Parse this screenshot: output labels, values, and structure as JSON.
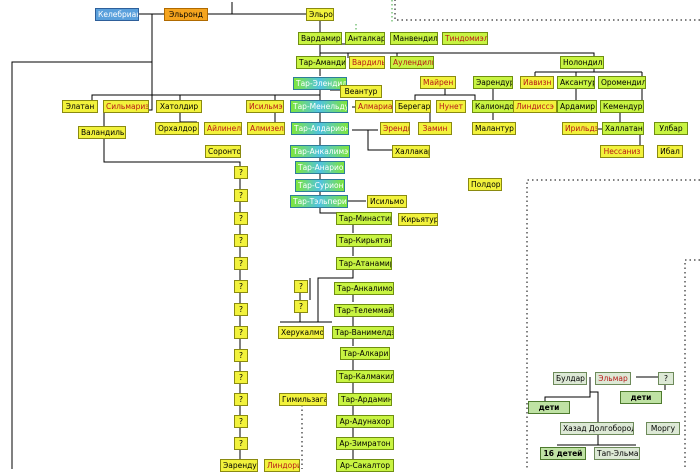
{
  "nodes": {
    "kelebrian": "Келебриан",
    "elrond": "Эльронд",
    "elros": "Эльрос",
    "vardamir": "Вардамир",
    "antalkar": "Анталкар",
    "manveindil": "Манвендиль",
    "tindomiel": "Тиндомиэль",
    "tar_amandil": "Тар-Амандиль",
    "vardilme": "Вардильмэ",
    "aulendil": "Аулендиль",
    "nolondil": "Нолондиль",
    "tar_elendil": "Тар-Элендиль",
    "veantur": "Веантур",
    "mairen": "Майрен",
    "earendur_top": "Эарендур",
    "ivazin": "Иавизн",
    "aksantur": "Аксантур",
    "oromendil": "Оромендиль",
    "elatan": "Элатан",
    "silmarien": "Сильмариэн",
    "khatoldir": "Хатолдир",
    "isilme": "Исильмэ",
    "tar_meneldur": "Тар-Менельдур",
    "almarian": "Алмариан",
    "beregar": "Берегар",
    "nunet": "Нунет",
    "kalion": "Калиондо",
    "lindisse": "Линдиссэ",
    "ardamir": "Ардамир",
    "kemendur": "Кемендур",
    "valandil": "Валандиль",
    "orkhaldor": "Орхалдор",
    "ailinel": "Айлинель",
    "almizel": "Алмизель",
    "tar_aldarion": "Тар-Алдарион",
    "erendis": "Эрендис",
    "zamin": "Замин",
    "malantur": "Малантур",
    "irilde": "Ирильдэ",
    "khallatan": "Халлатан",
    "ulbar": "Улбар",
    "soronto": "Соронто",
    "tar_ankalime": "Тар-Анкалимэ",
    "khallakar": "Халлакар",
    "nessaniz": "Нессаниз",
    "ibal": "Ибал",
    "tar_anarion": "Тар-Анарион",
    "tar_surion": "Тар-Сурион",
    "poldor": "Полдор",
    "tar_telperien": "Тар-Тэльпериэн",
    "isilmo": "Исильмо",
    "tar_minastir": "Тар-Минастир",
    "kiryatur": "Кирьятур",
    "tar_kiryatan": "Тар-Кирьятан",
    "tar_atanamir": "Тар-Атанамир",
    "tar_ankalimon": "Тар-Анкалимон",
    "tar_telemmaite": "Тар-Телеммайтэ",
    "kherukalmo": "Херукалмо",
    "tar_vanimelde": "Тар-Ванимелдэ",
    "tar_alkarin": "Тар-Алкарин",
    "tar_kalmakil": "Тар-Калмакиль",
    "gimilzagar": "Гимильзагар",
    "tar_ardamin": "Тар-Ардамин",
    "ar_adunakhor": "Ар-Адунахор",
    "ar_zimraton": "Ар-Зимратон",
    "ar_sakalthor": "Ар-Сакалтор",
    "earendur_bottom": "Эарендур",
    "lindoriya": "Линдория",
    "buldar": "Булдар",
    "elmar": "Эльмар",
    "children_1": "дети",
    "children_2": "дети",
    "khazad": "Хазад Долгобород",
    "morgu": "Моргу",
    "sixteen": "16 детей",
    "tap_elmar": "Тап-Эльмар",
    "unknown": "?"
  },
  "colors": {
    "male": "#c8f442",
    "female_text": "#b81818",
    "valandil_line": "#f2f23c",
    "monarch": "#4fc2e0",
    "elrond": "#f5a41e",
    "kelebrian": "#5aa0dc",
    "dotted_border": "#000000",
    "dotted_green": "#3aa63a"
  }
}
